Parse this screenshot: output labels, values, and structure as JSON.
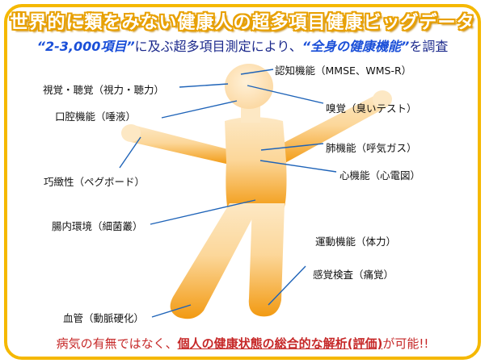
{
  "title": "世界的に類をみない健康人の超多項目健康ビッグデータ",
  "subtitle": {
    "quote1": "“2-3,000項目”",
    "mid": "に及ぶ超多項目測定により、",
    "quote2": "“全身の健康機能”",
    "end": "を調査"
  },
  "labels": {
    "cognitive": "認知機能（MMSE、WMS-R）",
    "vision_hearing": "視覚・聴覚（視力・聴力）",
    "oral": "口腔機能（唾液）",
    "smell": "嗅覚（臭いテスト）",
    "lung": "肺機能（呼気ガス）",
    "dexterity": "巧緻性（ペグボード）",
    "heart": "心機能（心電図）",
    "gut": "腸内環境（細菌叢）",
    "motor": "運動機能（体力）",
    "sensory": "感覚検査（痛覚）",
    "vessel": "血管（動脈硬化）"
  },
  "footer": {
    "before": "病気の有無ではなく、",
    "highlight": "個人の健康状態の総合的な解析(評価)",
    "after": "が可能!!"
  },
  "colors": {
    "frame": "#f5b800",
    "title_outline": "#e8a000",
    "subtitle_text": "#1c2a8c",
    "subtitle_emphasis": "#1a4fd8",
    "figure_light": "#fde3b8",
    "figure_dark": "#f29a12",
    "leader_line": "#1e63b8",
    "footer_text": "#c62828"
  }
}
